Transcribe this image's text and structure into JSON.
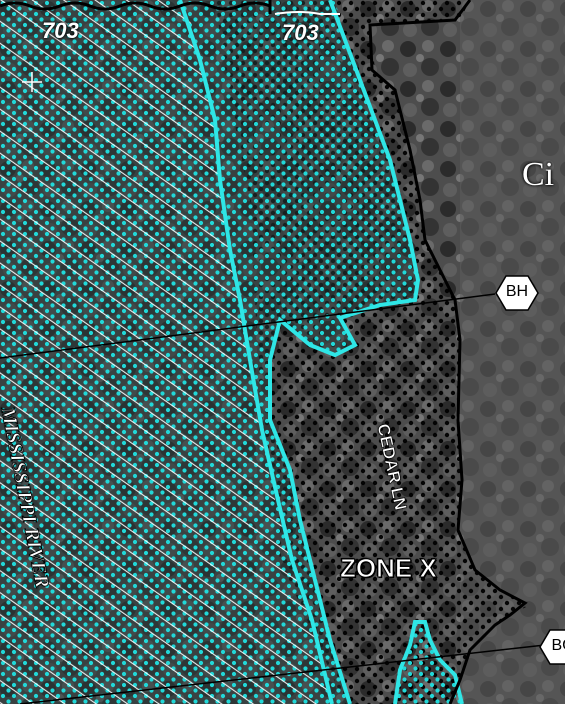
{
  "map": {
    "bfe_labels": [
      "703",
      "703"
    ],
    "zone_label": "ZONE X",
    "street_label": "CEDAR LN",
    "river_label": "MISSISSIPPI RIVER",
    "city_label_partial": "Ci",
    "cross_sections": [
      "BH",
      "BG"
    ],
    "colors": {
      "floodway_hatch": "#ffffff",
      "sfha_dots": "#22d8d8",
      "boundary_cyan": "#2fe6e6",
      "zone_x_dots": "#000000",
      "cross_section_fill": "#ffffff"
    },
    "icons": [
      "crosshair-icon"
    ]
  }
}
